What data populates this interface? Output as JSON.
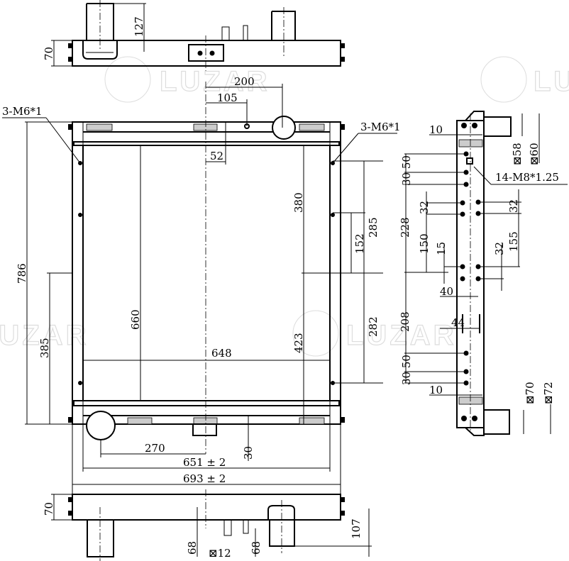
{
  "watermark": {
    "brand": "LUZAR"
  },
  "top_view": {
    "dim_height": "70",
    "dim_pipe": "127"
  },
  "front_view": {
    "thread_left": "3-M6*1",
    "thread_right": "3-M6*1",
    "dim_200": "200",
    "dim_105": "105",
    "dim_52": "52",
    "dim_786": "786",
    "dim_385": "385",
    "dim_660": "660",
    "dim_380": "380",
    "dim_423": "423",
    "dim_285": "285",
    "dim_152": "152",
    "dim_282": "282",
    "dim_648": "648",
    "dim_270": "270",
    "dim_30": "30",
    "dim_651": "651 ± 2",
    "dim_693": "693 ± 2"
  },
  "bottom_view": {
    "dim_height": "70",
    "dim_pipe": "107",
    "dim_68_left": "68",
    "dim_12": "⊠12",
    "dim_68_right": "68"
  },
  "side_view": {
    "dim_10_top": "10",
    "dim_58": "⊠58",
    "dim_60": "⊠60",
    "thread": "14-M8*1.25",
    "dim_30_50_top": "30 50",
    "dim_228": "228",
    "dim_32_left": "32",
    "dim_150": "150",
    "dim_15": "15",
    "dim_32_right": "32",
    "dim_155": "155",
    "dim_32_mid": "32",
    "dim_40": "40",
    "dim_208": "208",
    "dim_44": "44",
    "dim_30_50_bottom": "30 50",
    "dim_10_bottom": "10",
    "dim_70": "⊠70",
    "dim_72": "⊠72"
  }
}
